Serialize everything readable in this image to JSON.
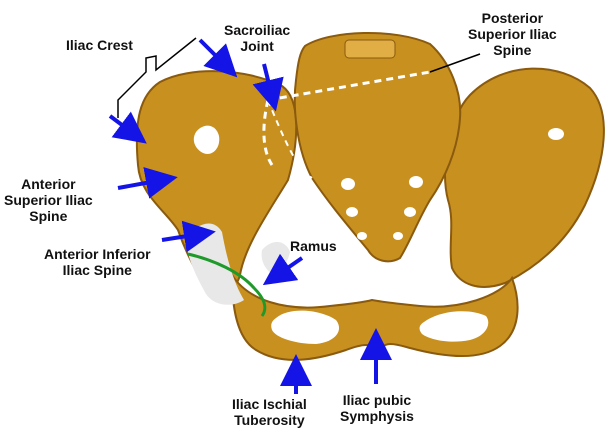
{
  "labels": {
    "iliac_crest": "Iliac Crest",
    "sacroiliac_joint": "Sacroiliac\nJoint",
    "posterior_superior_iliac_spine": "Posterior\nSuperior Iliac\nSpine",
    "anterior_superior_iliac_spine": "Anterior\nSuperior Iliac\nSpine",
    "anterior_inferior_iliac_spine": "Anterior Inferior\nIliac Spine",
    "ramus": "Ramus",
    "iliac_ischial_tuberosity": "Iliac Ischial\nTuberosity",
    "iliac_pubic_symphysis": "Iliac pubic\nSymphysis"
  },
  "colors": {
    "bone": "#C8901F",
    "bone_dark": "#8A5A0E",
    "bone_light": "#E0AE45",
    "arrow": "#1414E6",
    "sacroiliac_outline": "#FFFFFF",
    "ramus_curve": "#1E9A2A",
    "cartilage": "#E8E8E8"
  }
}
